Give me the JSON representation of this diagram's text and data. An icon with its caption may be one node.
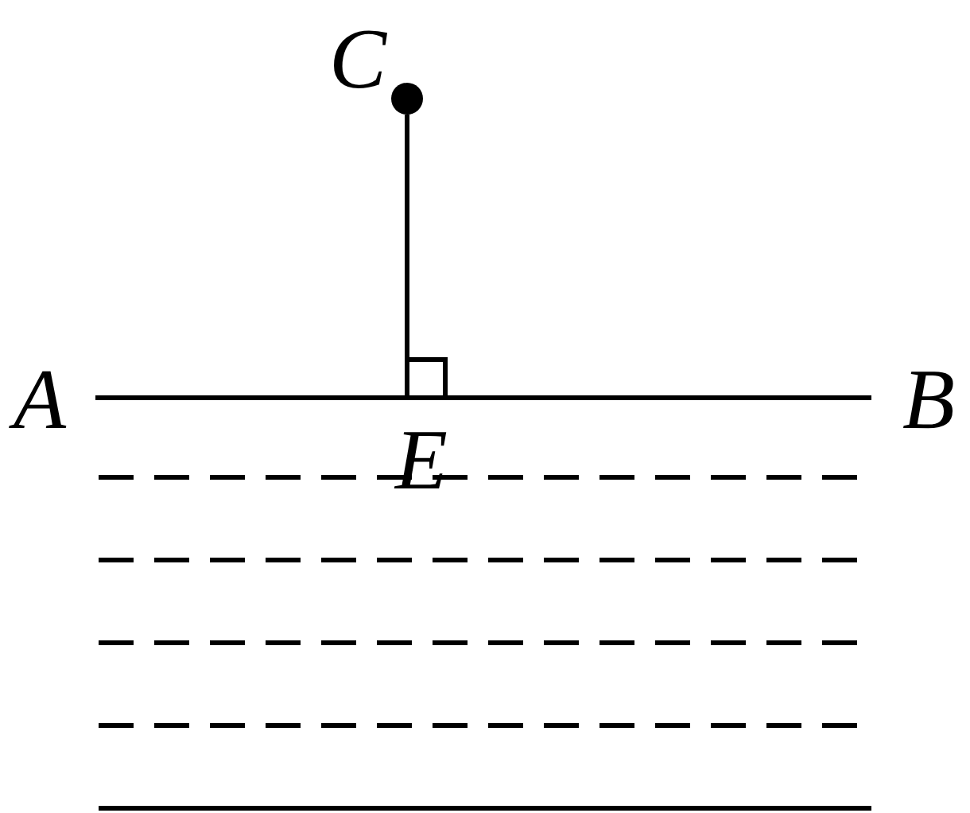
{
  "diagram": {
    "nodes": [
      {
        "text": [
          "A"
        ]
      },
      {
        "text": [
          "B"
        ]
      },
      {
        "text": [
          "C"
        ]
      },
      {
        "text": [],
        "shape": "circle"
      },
      {
        "text": [
          "E"
        ]
      }
    ],
    "edges": [
      {
        "from": 0,
        "to": 1,
        "arrow": "none"
      },
      {
        "from": 3,
        "to": 4,
        "arrow": "none"
      }
    ]
  }
}
